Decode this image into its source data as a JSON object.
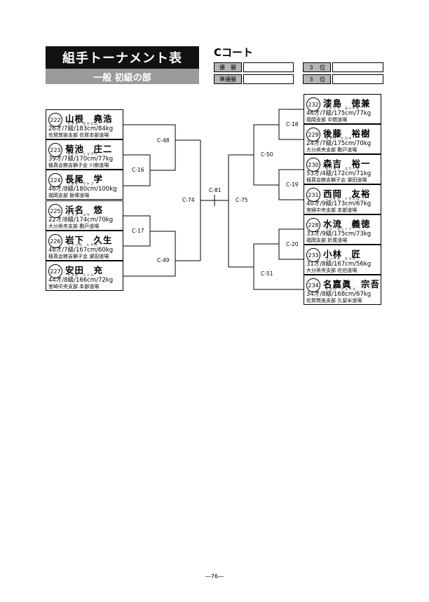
{
  "header": {
    "title": "組手トーナメント表",
    "subtitle": "一般 初級の部",
    "court": "Cコート"
  },
  "results": {
    "winner_label": "優　勝",
    "runner_up_label": "準優勝",
    "third_label_1": "３　位",
    "third_label_2": "３　位"
  },
  "left_players": [
    {
      "num": "222",
      "name": "山根　堯浩",
      "kana": "ヤマネ　タカヒロ",
      "info": "26才/7級/183cm/84kg",
      "club": "佐賀筑後支部 佐賀本部道場"
    },
    {
      "num": "223",
      "name": "菊池　庄二",
      "kana": "キクチ　ショウジ",
      "info": "39才/7級/170cm/77kg",
      "club": "極真会館吉獅子会 川南道場"
    },
    {
      "num": "224",
      "name": "長尾　学",
      "kana": "ナガオ　マナブ",
      "info": "46才/8級/180cm/100kg",
      "club": "福岡支部 飯塚道場"
    },
    {
      "num": "225",
      "name": "浜名　悠",
      "kana": "ハマナ　ユウ",
      "info": "22才/8級/174cm/70kg",
      "club": "大分県央支部 敷戸道場"
    },
    {
      "num": "226",
      "name": "岩下　久生",
      "kana": "イワシタ　ヒサオ",
      "info": "48才/7級/167cm/60kg",
      "club": "極真会館吉獅子会 濵田道場"
    },
    {
      "num": "227",
      "name": "安田　充",
      "kana": "ヤスダ　ミツル",
      "info": "44才/8級/166cm/72kg",
      "club": "宮崎中央支部 本部道場"
    }
  ],
  "right_players": [
    {
      "num": "232",
      "name": "漆島　徳兼",
      "kana": "ウルシマ　ヨシトモ",
      "info": "46才/7級/175cm/77kg",
      "club": "福岡支部 中間道場"
    },
    {
      "num": "229",
      "name": "後藤　裕樹",
      "kana": "ゴトウ　ヒロキ",
      "info": "24才/7級/175cm/70kg",
      "club": "大分県央支部 敷戸道場"
    },
    {
      "num": "230",
      "name": "森吉　裕一",
      "kana": "モリヨシ　ユウイチ",
      "info": "53才/4級/172cm/71kg",
      "club": "極真会館吉獅子会 濵田道場"
    },
    {
      "num": "231",
      "name": "西岡　友裕",
      "kana": "ニシオカ　トモヒロ",
      "info": "40才/9級/173cm/67kg",
      "club": "宮崎中央支部 本部道場"
    },
    {
      "num": "228",
      "name": "水流　義徳",
      "kana": "ツル　ヨシノリ",
      "info": "33才/9級/175cm/73kg",
      "club": "福岡支部 折尾道場"
    },
    {
      "num": "233",
      "name": "小林　匠",
      "kana": "コバヤシ　タクミ",
      "info": "31才/8級/167cm/56kg",
      "club": "大分県央支部 佐伯道場"
    },
    {
      "num": "234",
      "name": "名嘉眞　宗吾",
      "kana": "ナカマ　シュウゴ",
      "info": "34才/8級/168cm/67kg",
      "club": "佐賀筑後支部 久留米道場"
    }
  ],
  "matches": {
    "c16": "C-16",
    "c17": "C-17",
    "c48": "C-48",
    "c49": "C-49",
    "c74": "C-74",
    "c81": "C-81",
    "c75": "C-75",
    "c50": "C-50",
    "c51": "C-51",
    "c18": "C-18",
    "c19": "C-19",
    "c20": "C-20"
  },
  "footer": {
    "page": "―76―"
  }
}
